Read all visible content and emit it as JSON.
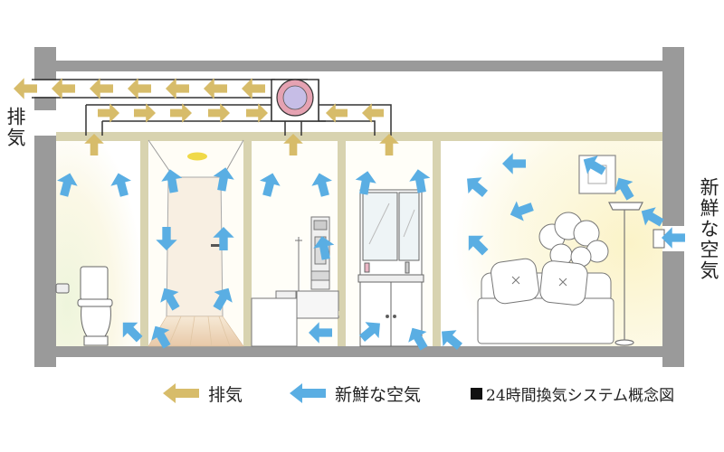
{
  "labels": {
    "exhaust_side": "排気",
    "fresh_side": "新鮮な空気"
  },
  "legend": {
    "exhaust": "排気",
    "fresh": "新鮮な空気",
    "title": "24時間換気システム概念図"
  },
  "colors": {
    "wall": "#9a9a9a",
    "ceiling_beam": "#d8d3b0",
    "exhaust_arrow": "#d7bc6a",
    "fresh_arrow": "#5aaee3",
    "fan_ring": "#e5a2b2",
    "fan_core": "#c6bde6",
    "room_glow": "#fcf7dc"
  }
}
